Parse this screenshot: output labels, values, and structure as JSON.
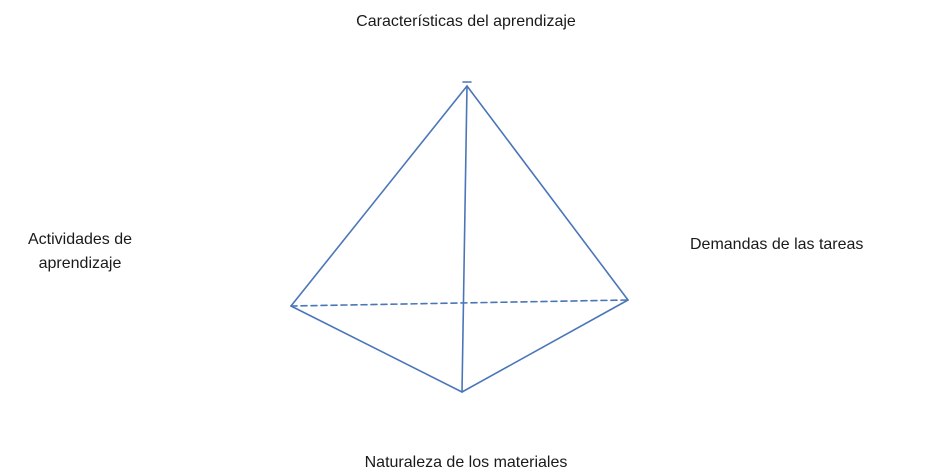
{
  "diagram": {
    "labels": {
      "top": "Características del aprendizaje",
      "left_line1": "Actividades de",
      "left_line2": "aprendizaje",
      "right": "Demandas de las tareas",
      "bottom": "Naturaleza de los materiales"
    },
    "colors": {
      "edge": "#4a76b8",
      "text": "#1a1a1a"
    }
  }
}
